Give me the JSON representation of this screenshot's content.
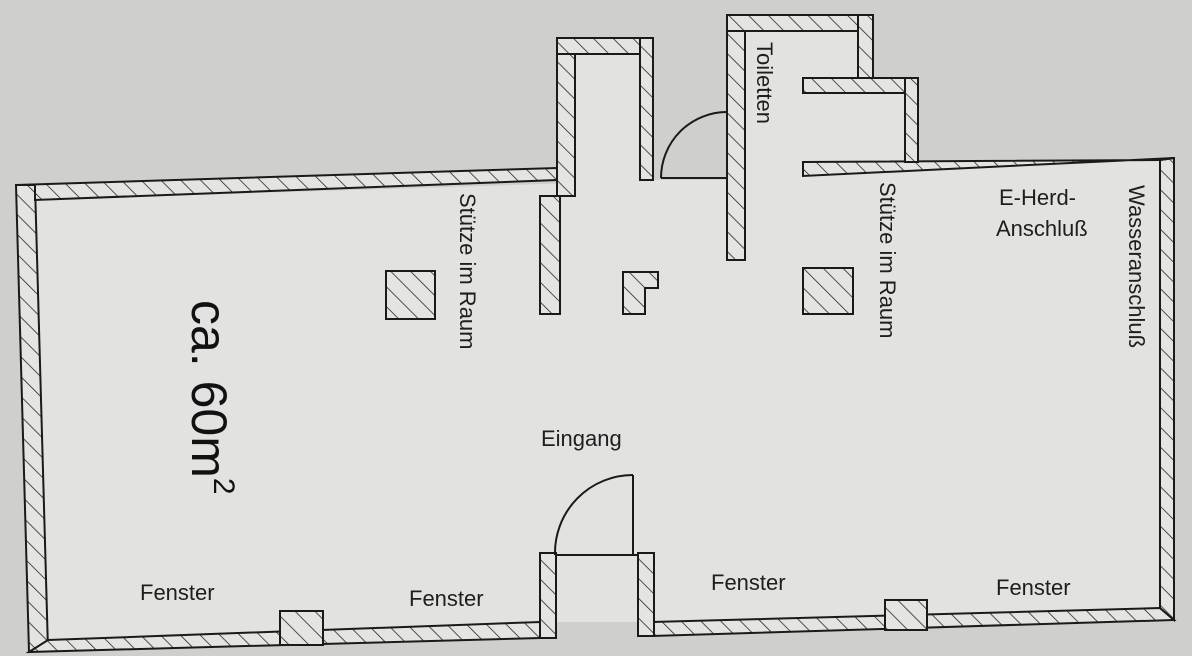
{
  "plan": {
    "area_value": "ca. 60m",
    "area_exponent": "2",
    "labels": {
      "toilets": "Toiletten",
      "support_left": "Stütze im Raum",
      "support_right": "Stütze im Raum",
      "stove": "E-Herd-",
      "stove_line2": "Anschluß",
      "water": "Wasseranschluß",
      "entrance": "Eingang",
      "window_1": "Fenster",
      "window_2": "Fenster",
      "window_3": "Fenster",
      "window_4": "Fenster"
    }
  }
}
